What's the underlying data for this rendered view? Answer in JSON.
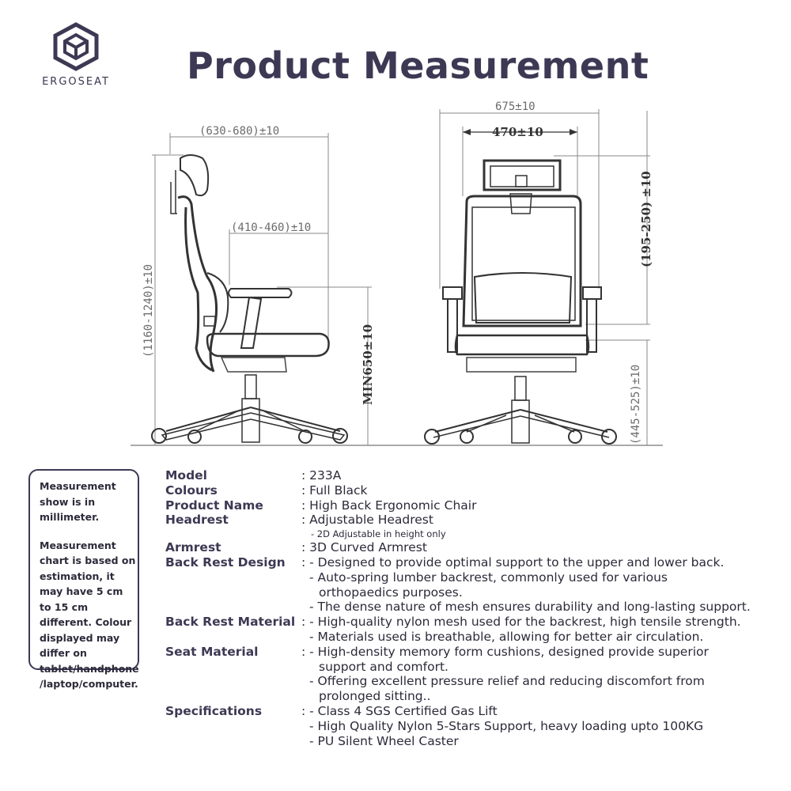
{
  "brand": {
    "name": "ERGOSEAT"
  },
  "page_title": "Product Measurement",
  "dimensions": {
    "overall_depth": "(630-680)±10",
    "seat_depth": "(410-460)±10",
    "total_height": "(1160-1240)±10",
    "min_seat_height": "MIN650±10",
    "overall_width": "675±10",
    "backrest_width": "470±10",
    "headrest_adjust": "(195-250) ±10",
    "seat_height_range": "(445-525)±10"
  },
  "note": {
    "line1": "Measurement show is in millimeter.",
    "line2": "Measurement chart is based on estimation, it may have 5 cm to 15 cm different. Colour displayed may differ on tablet/handphone /laptop/computer."
  },
  "specs": {
    "model": {
      "label": "Model",
      "value": ": 233A"
    },
    "colours": {
      "label": "Colours",
      "value": ": Full Black"
    },
    "product_name": {
      "label": "Product Name",
      "value": ": High Back Ergonomic Chair"
    },
    "headrest": {
      "label": "Headrest",
      "value": ": Adjustable Headrest",
      "note": "-   2D Adjustable in height only"
    },
    "armrest": {
      "label": "Armrest",
      "value": ": 3D Curved Armrest"
    },
    "back_rest_design": {
      "label": "Back Rest Design",
      "line1": ": - Designed to provide optimal support to the upper and lower back.",
      "line2": "- Auto-spring lumber backrest, commonly used for various",
      "line3": "orthopaedics purposes.",
      "line4": "- The dense nature of mesh ensures durability and long-lasting support."
    },
    "back_rest_material": {
      "label": "Back Rest Material",
      "line1": ": - High-quality nylon mesh used for the backrest, high tensile strength.",
      "line2": "- Materials used is breathable, allowing for better air circulation."
    },
    "seat_material": {
      "label": "Seat Material",
      "line1": ": - High-density memory form cushions, designed provide superior",
      "line2": "support and comfort.",
      "line3": "- Offering excellent pressure relief and reducing discomfort from",
      "line4": "prolonged sitting.."
    },
    "specifications": {
      "label": "Specifications",
      "line1": ": - Class 4 SGS Certified Gas Lift",
      "line2": "- High Quality Nylon 5-Stars Support, heavy loading upto 100KG",
      "line3": "- PU Silent Wheel Caster"
    }
  }
}
